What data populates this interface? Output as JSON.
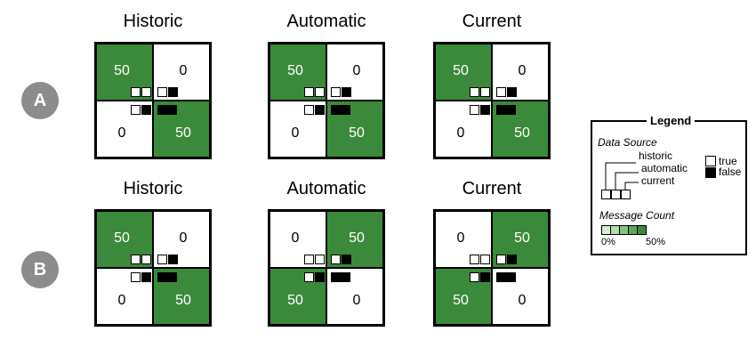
{
  "rows": [
    {
      "label": "A",
      "panels": [
        {
          "title": "Historic",
          "tl": "50",
          "tr": "0",
          "bl": "0",
          "br": "50"
        },
        {
          "title": "Automatic",
          "tl": "50",
          "tr": "0",
          "bl": "0",
          "br": "50"
        },
        {
          "title": "Current",
          "tl": "50",
          "tr": "0",
          "bl": "0",
          "br": "50"
        }
      ]
    },
    {
      "label": "B",
      "panels": [
        {
          "title": "Historic",
          "tl": "50",
          "tr": "0",
          "bl": "0",
          "br": "50"
        },
        {
          "title": "Automatic",
          "tl": "0",
          "tr": "50",
          "bl": "50",
          "br": "0"
        },
        {
          "title": "Current",
          "tl": "0",
          "tr": "50",
          "bl": "50",
          "br": "0"
        }
      ]
    }
  ],
  "legend": {
    "title": "Legend",
    "data_source_label": "Data Source",
    "sources": [
      "historic",
      "automatic",
      "current"
    ],
    "true_label": "true",
    "false_label": "false",
    "message_count_label": "Message Count",
    "scale_min": "0%",
    "scale_max": "50%"
  },
  "colors": {
    "high": "#3b8a3b",
    "low": "#ffffff",
    "badge": "#8c8c8c",
    "scale": [
      "#d9ecd5",
      "#b4dbaf",
      "#86c283",
      "#5ea75a",
      "#3b8a3b"
    ]
  }
}
